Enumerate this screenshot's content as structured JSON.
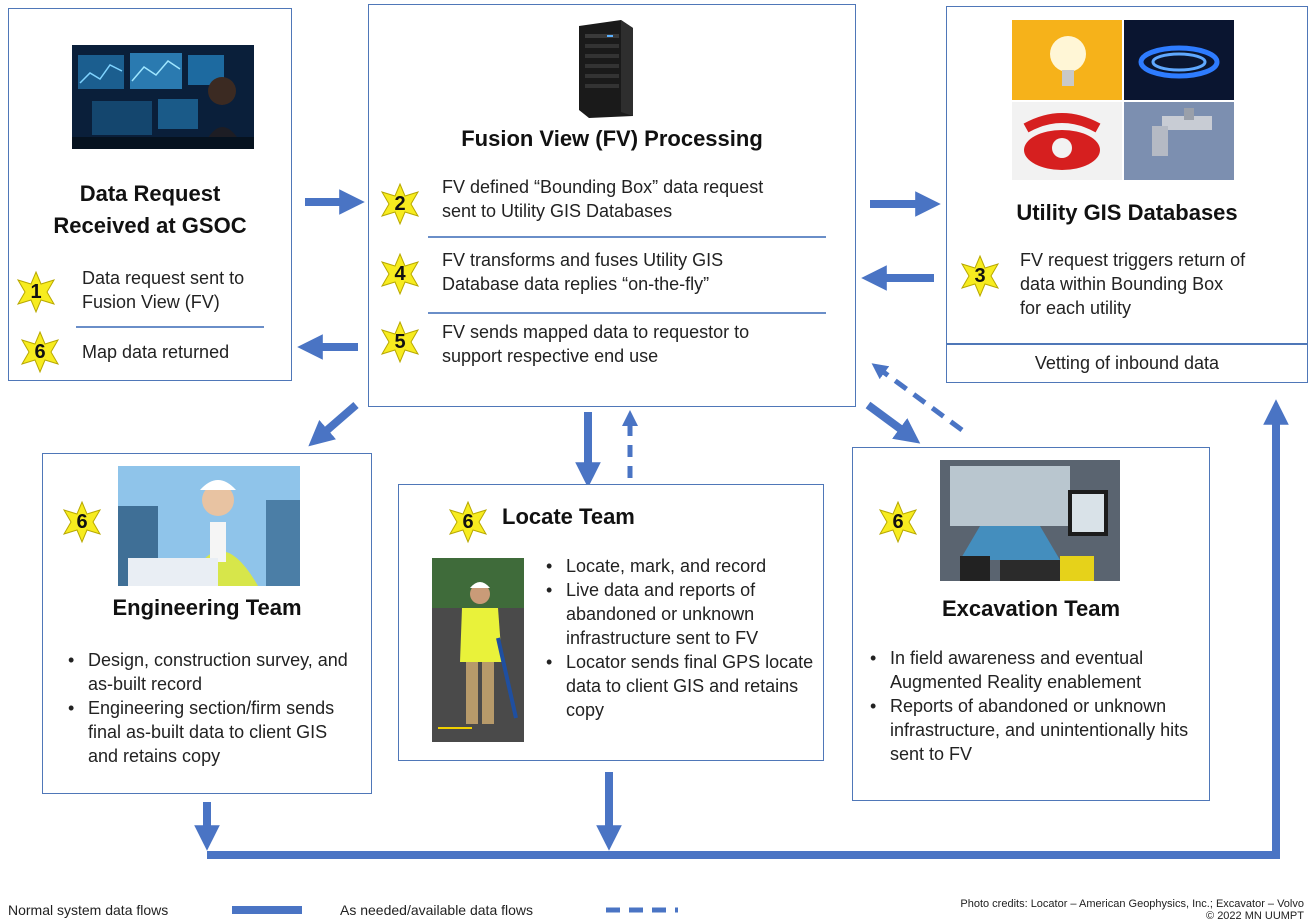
{
  "gsoc": {
    "title_line1": "Data Request",
    "title_line2": "Received at GSOC",
    "step1_num": "1",
    "step1_text_line1": "Data request sent to",
    "step1_text_line2": "Fusion View (FV)",
    "step6_num": "6",
    "step6_text": "Map data returned"
  },
  "fv": {
    "title": "Fusion View (FV) Processing",
    "step2_num": "2",
    "step2_line1": "FV defined “Bounding Box” data request",
    "step2_line2": "sent to Utility GIS Databases",
    "step4_num": "4",
    "step4_line1": "FV transforms and fuses Utility GIS",
    "step4_line2": "Database data replies “on-the-fly”",
    "step5_num": "5",
    "step5_line1": "FV sends mapped data to requestor to",
    "step5_line2": "support respective end use"
  },
  "utility": {
    "title": "Utility GIS Databases",
    "step3_num": "3",
    "step3_line1": "FV request triggers return of",
    "step3_line2": "data within Bounding Box",
    "step3_line3": "for each utility",
    "vetting": "Vetting of inbound data"
  },
  "engineering": {
    "num": "6",
    "title": "Engineering Team",
    "bullets": [
      "Design, construction survey, and as-built record",
      "Engineering section/firm sends final as-built data to client GIS and retains copy"
    ]
  },
  "locate": {
    "num": "6",
    "title": "Locate Team",
    "bullets": [
      "Locate, mark, and record",
      "Live data and reports of abandoned or unknown infrastructure sent to FV",
      "Locator sends final GPS locate data to client GIS and retains copy"
    ]
  },
  "excavation": {
    "num": "6",
    "title": "Excavation Team",
    "bullets": [
      "In field awareness and eventual Augmented Reality enablement",
      "Reports of abandoned or unknown infrastructure, and unintentionally hits sent to FV"
    ]
  },
  "legend": {
    "normal": "Normal system data flows",
    "as_needed": "As needed/available data flows"
  },
  "credits": {
    "line1": "Photo credits: Locator – American Geophysics, Inc.; Excavator – Volvo",
    "line2": "© 2022 MN UUMPT"
  },
  "colors": {
    "arrow": "#4a74c4",
    "border": "#4f77b8",
    "star": "#f7ec1f"
  }
}
